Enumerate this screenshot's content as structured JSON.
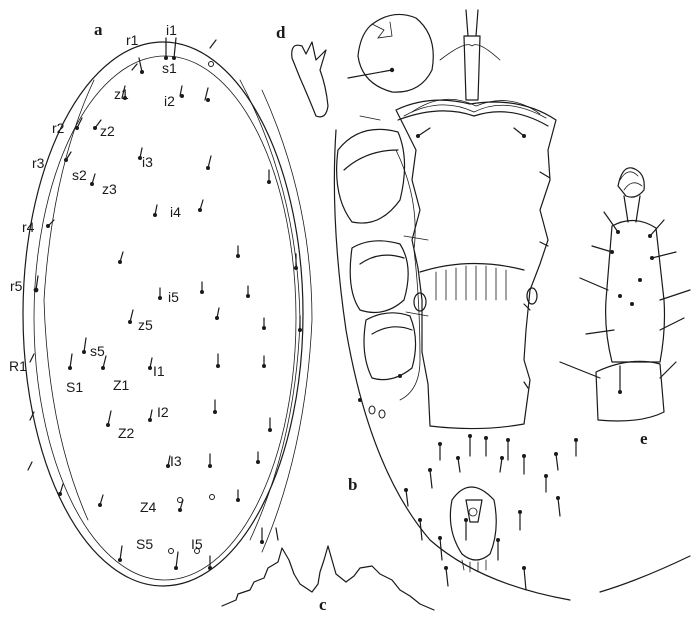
{
  "panel_labels": {
    "a": "a",
    "b": "b",
    "c": "c",
    "d": "d",
    "e": "e"
  },
  "setae": {
    "r1": "r1",
    "i1": "i1",
    "s1": "s1",
    "z1": "z1",
    "i2": "i2",
    "r2": "r2",
    "z2": "z2",
    "r3": "r3",
    "s2": "s2",
    "z3": "z3",
    "i3": "i3",
    "i4": "i4",
    "r4": "r4",
    "r5": "r5",
    "i5": "i5",
    "z5": "z5",
    "s5": "s5",
    "R1": "R1",
    "S1": "S1",
    "Z1": "Z1",
    "I1": "I1",
    "I2": "I2",
    "Z2": "Z2",
    "I3": "I3",
    "Z4": "Z4",
    "S5": "S5",
    "I5": "I5"
  }
}
